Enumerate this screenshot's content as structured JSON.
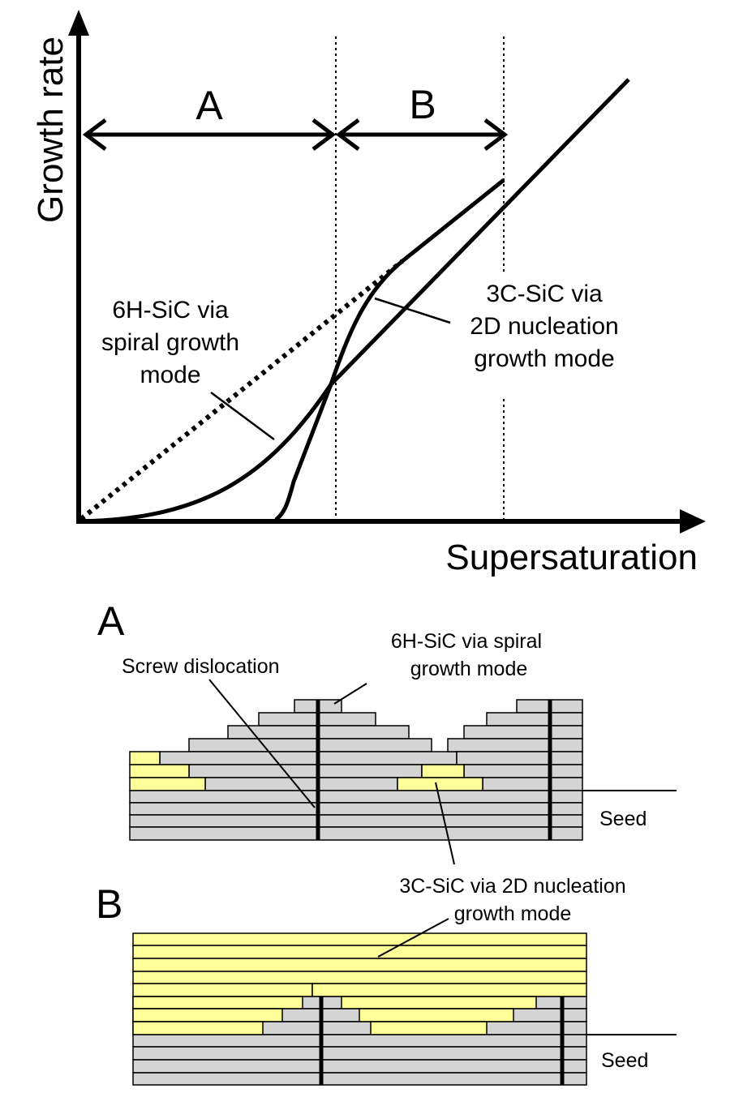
{
  "graph": {
    "y_axis_label": "Growth rate",
    "x_axis_label": "Supersaturation",
    "region_a": "A",
    "region_b": "B",
    "label_6h": [
      "6H-SiC via",
      "spiral growth",
      "mode"
    ],
    "label_3c": [
      "3C-SiC via",
      "2D nucleation",
      "growth mode"
    ]
  },
  "panel_a": {
    "letter": "A",
    "screw": "Screw dislocation",
    "label_6h": [
      "6H-SiC via spiral",
      "growth mode"
    ],
    "label_3c": [
      "3C-SiC via 2D nucleation",
      "growth mode"
    ],
    "seed": "Seed"
  },
  "panel_b": {
    "letter": "B",
    "seed": "Seed"
  },
  "colors": {
    "gray_layer": "#d4d4d4",
    "yellow_layer": "#ffff9a",
    "line": "#000000"
  }
}
